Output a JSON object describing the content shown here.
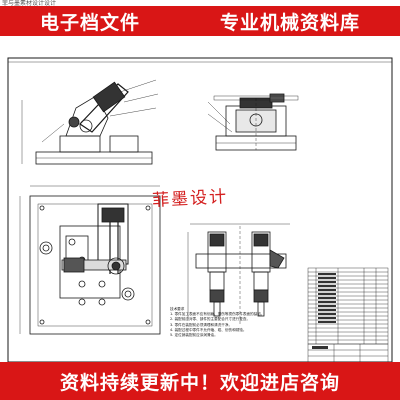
{
  "caption": "菲与墨素材设计设计",
  "header": {
    "left_text": "电子档文件",
    "right_text": "专业机械资料库"
  },
  "watermark": "菲墨设计",
  "notes": {
    "title": "技术要求",
    "lines": [
      "1. 零件加工表面不应有划痕、擦伤等损伤零件表面的缺陷。",
      "2. 装配前应对零、部件的主要配合尺寸进行复查。",
      "3. 零件在装配前必须清理和清洗干净。",
      "4. 装配过程中零件不允许磕、碰、划伤和锈蚀。",
      "5. 定位销装配前应涂润滑油。"
    ]
  },
  "footer": {
    "text": "资料持续更新中！欢迎进店咨询"
  },
  "colors": {
    "banner": "#d91616",
    "ink": "#1a1a1a",
    "watermark": "#d42020"
  }
}
